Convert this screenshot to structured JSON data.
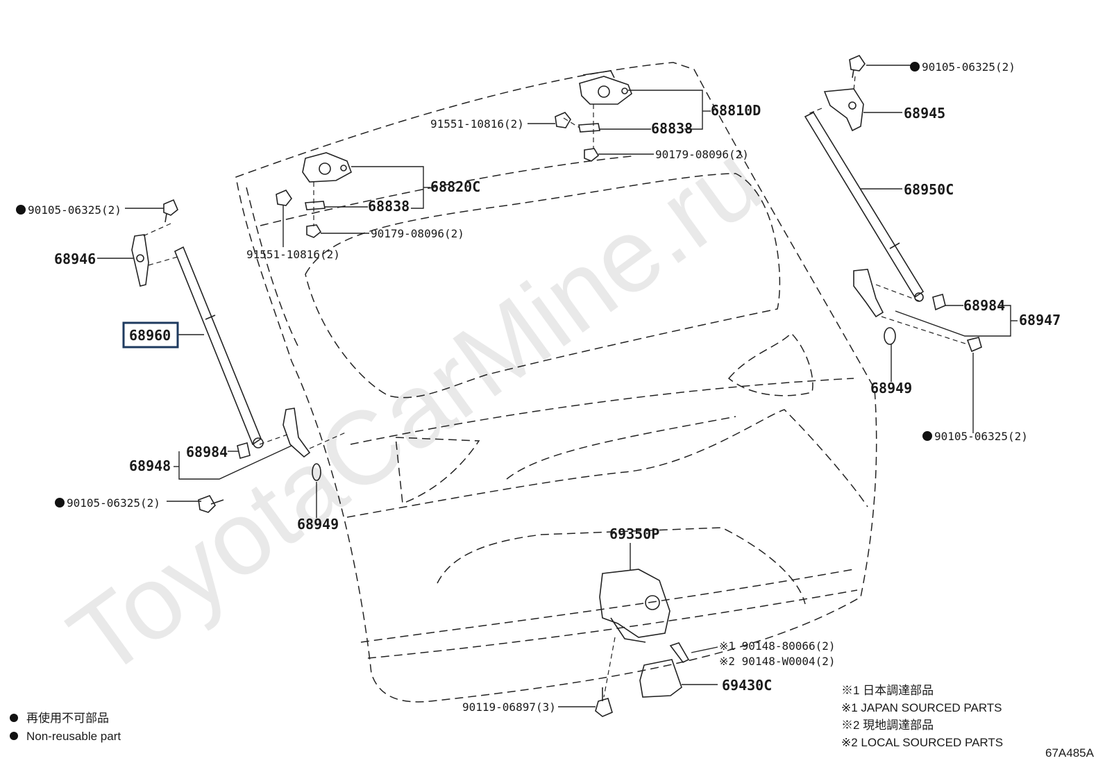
{
  "watermark": "ToyotaCarMine.ru",
  "diagram_code": "67A485A",
  "labels": {
    "p68810D": "68810D",
    "p68838_top": "68838",
    "p91551_top": "91551-10816(2)",
    "p90179_top": "90179-08096(2)",
    "p68820C": "68820C",
    "p68838_left": "68838",
    "p90179_left": "90179-08096(2)",
    "p91551_left": "91551-10816(2)",
    "p90105_tr": "90105-06325(2)",
    "p68945": "68945",
    "p68950C": "68950C",
    "p68984_r": "68984",
    "p68947": "68947",
    "p68949_r": "68949",
    "p90105_r": "90105-06325(2)",
    "p90105_tl": "90105-06325(2)",
    "p68946": "68946",
    "p68960": "68960",
    "p68984_l": "68984",
    "p68948": "68948",
    "p90105_bl": "90105-06325(2)",
    "p68949_l": "68949",
    "p69350P": "69350P",
    "p90148_1": "※1 90148-80066(2)",
    "p90148_2": "※2 90148-W0004(2)",
    "p69430C": "69430C",
    "p90119": "90119-06897(3)"
  },
  "legend": {
    "nonreusable_jp": "再使用不可部品",
    "nonreusable_en": "Non-reusable part",
    "note1_jp": "※1 日本調達部品",
    "note1_en": "※1 JAPAN SOURCED PARTS",
    "note2_jp": "※2 現地調達部品",
    "note2_en": "※2 LOCAL SOURCED PARTS"
  },
  "highlighted_part": "68960"
}
